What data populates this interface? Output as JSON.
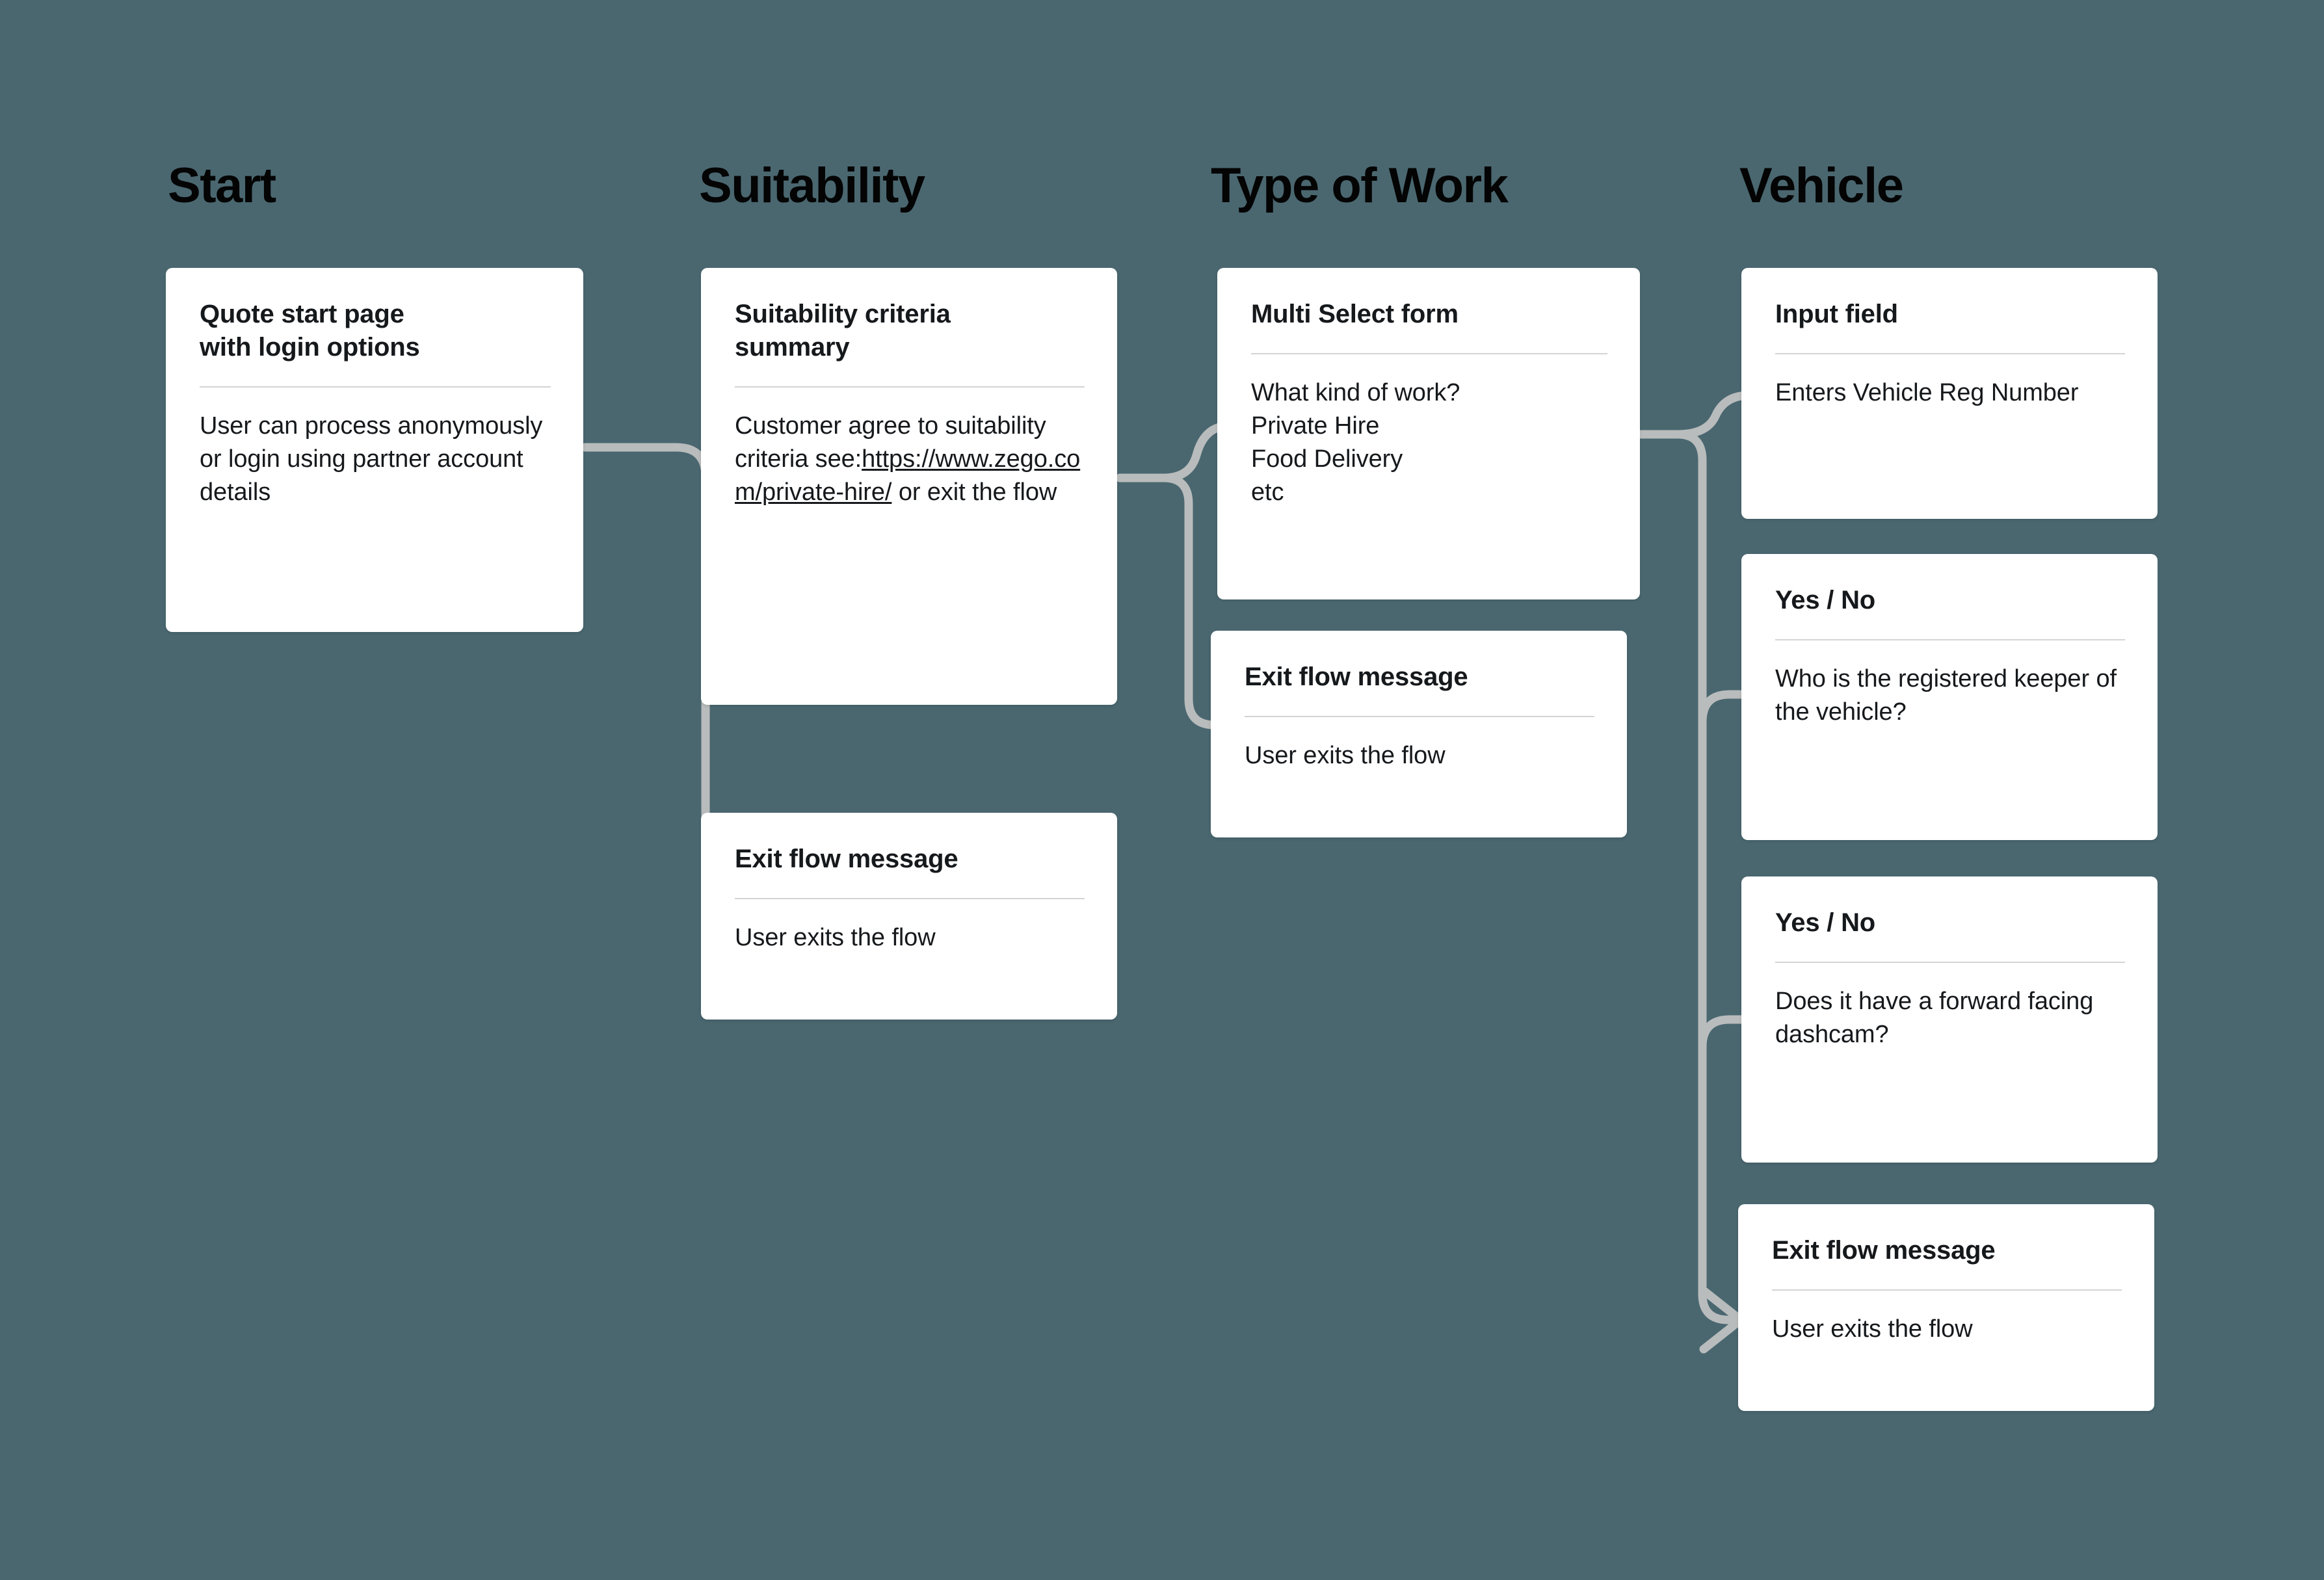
{
  "canvas": {
    "background_color": "#4a6770",
    "card_color": "#ffffff",
    "connector_color": "#b9bcbc",
    "text_color": "#16191c",
    "divider_color": "#d4d4d4"
  },
  "columns": [
    {
      "id": "start",
      "title": "Start"
    },
    {
      "id": "suitability",
      "title": "Suitability"
    },
    {
      "id": "type_of_work",
      "title": "Type of Work"
    },
    {
      "id": "vehicle",
      "title": "Vehicle"
    }
  ],
  "cards": {
    "quote_start": {
      "title": "Quote start page\nwith login options",
      "body": "User can process anonymously or login using partner account details"
    },
    "suitability_criteria": {
      "title": "Suitability criteria\nsummary",
      "body_prefix": "Customer agree to suitability criteria see:",
      "link_text": "https://www.zego.com/private-hire/",
      "body_suffix": " or exit the flow"
    },
    "suitability_exit": {
      "title": "Exit flow message",
      "body": "User exits the flow"
    },
    "multi_select": {
      "title": "Multi Select form",
      "body": "What kind of work?\nPrivate Hire\nFood Delivery\netc"
    },
    "type_of_work_exit": {
      "title": "Exit flow message",
      "body": "User exits the flow"
    },
    "input_field": {
      "title": "Input field",
      "body": "Enters Vehicle Reg Number"
    },
    "keeper_question": {
      "title": "Yes / No",
      "body": "Who is the registered keeper of the vehicle?"
    },
    "dashcam_question": {
      "title": "Yes / No",
      "body": "Does it have a forward facing dashcam?"
    },
    "vehicle_exit": {
      "title": "Exit flow message",
      "body": "User exits the flow"
    }
  }
}
